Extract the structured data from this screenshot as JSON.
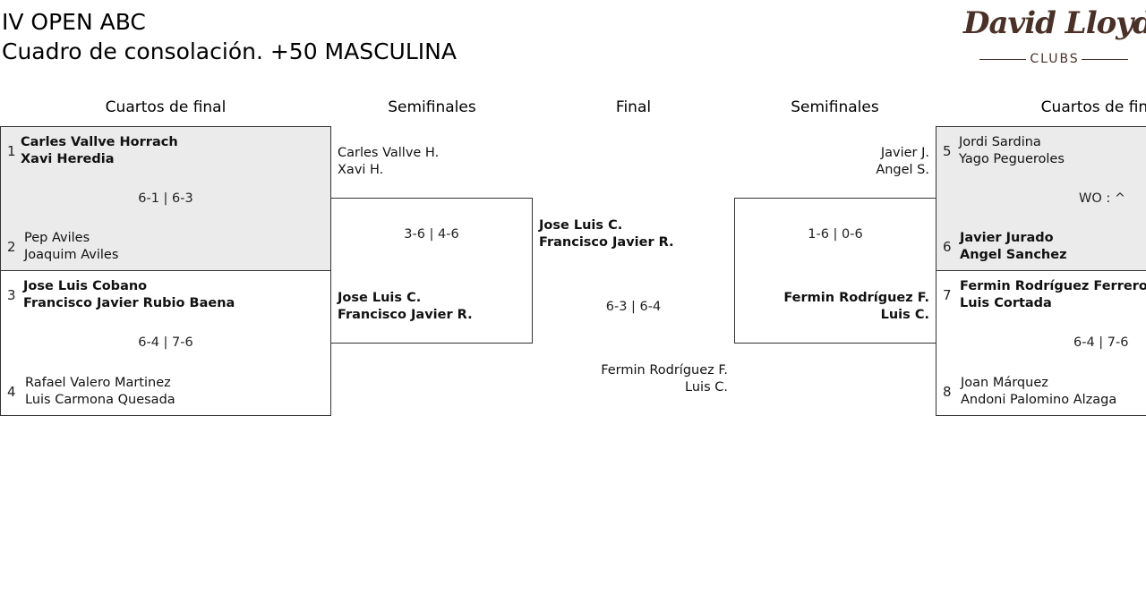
{
  "title": {
    "line1": "IV OPEN ABC",
    "line2": "Cuadro de consolación. +50 MASCULINA"
  },
  "logo": {
    "main": "David Lloyd",
    "sub": "CLUBS"
  },
  "rounds": {
    "left_qf": "Cuartos de final",
    "left_sf": "Semifinales",
    "final": "Final",
    "right_sf": "Semifinales",
    "right_qf": "Cuartos de final"
  },
  "left_qf": [
    {
      "top_seed": "1",
      "top_p1": "Carles Vallve Horrach",
      "top_p2": "Xavi Heredia",
      "score": "6-1 | 6-3",
      "bot_seed": "2",
      "bot_p1": "Pep Aviles",
      "bot_p2": "Joaquim Aviles",
      "winner": "top"
    },
    {
      "top_seed": "3",
      "top_p1": "Jose Luis Cobano",
      "top_p2": "Francisco Javier Rubio Baena",
      "score": "6-4 | 7-6",
      "bot_seed": "4",
      "bot_p1": "Rafael Valero Martinez",
      "bot_p2": "Luis Carmona Quesada",
      "winner": "top"
    }
  ],
  "left_sf": {
    "top_p1": "Carles Vallve H.",
    "top_p2": "Xavi H.",
    "score": "3-6 | 4-6",
    "bot_p1": "Jose Luis C.",
    "bot_p2": "Francisco Javier R.",
    "winner": "bottom"
  },
  "final": {
    "top_p1": "Jose Luis C.",
    "top_p2": "Francisco Javier R.",
    "score": "6-3 | 6-4",
    "bot_p1": "Fermin Rodríguez F.",
    "bot_p2": "Luis C.",
    "winner": "top"
  },
  "right_sf": {
    "top_p1": "Javier J.",
    "top_p2": "Angel S.",
    "score": "1-6 | 0-6",
    "bot_p1": "Fermin Rodríguez F.",
    "bot_p2": "Luis C.",
    "winner": "bottom"
  },
  "right_qf": [
    {
      "top_seed": "5",
      "top_p1": "Jordi Sardina",
      "top_p2": "Yago Pegueroles",
      "score": "WO : ^",
      "bot_seed": "6",
      "bot_p1": "Javier Jurado",
      "bot_p2": "Angel Sanchez",
      "winner": "bottom"
    },
    {
      "top_seed": "7",
      "top_p1": "Fermin Rodríguez Ferrero",
      "top_p2": "Luis Cortada",
      "score": "6-4 | 7-6",
      "bot_seed": "8",
      "bot_p1": "Joan Márquez",
      "bot_p2": "Andoni Palomino Alzaga",
      "winner": "top"
    }
  ]
}
